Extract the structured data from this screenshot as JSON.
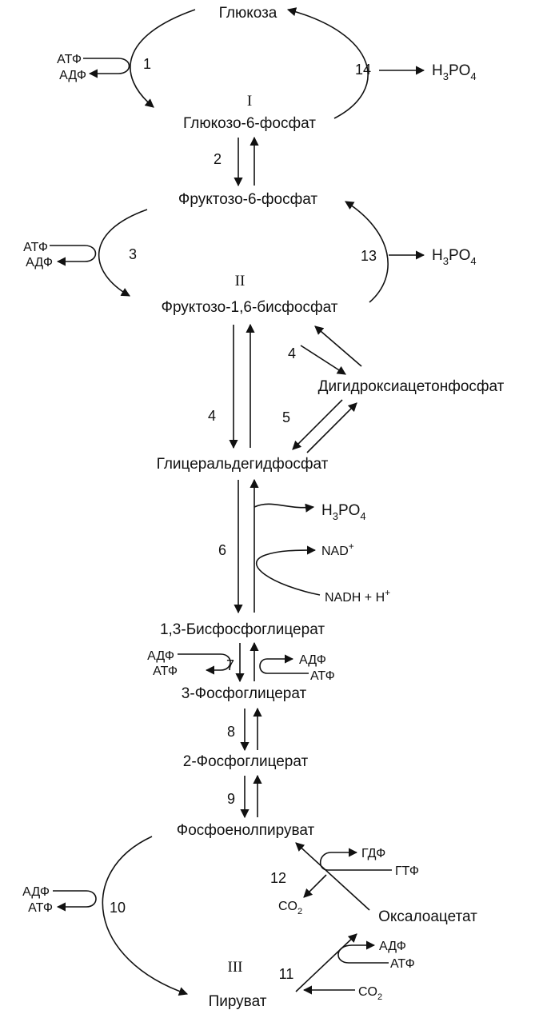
{
  "metabolites": {
    "glucose": "Глюкоза",
    "g6p": "Глюкозо-6-фосфат",
    "f6p": "Фруктозо-6-фосфат",
    "f16bp": "Фруктозо-1,6-бисфосфат",
    "dhap": "Дигидроксиацетонфосфат",
    "gap": "Глицеральдегидфосфат",
    "bpg13": "1,3-Бисфосфоглицерат",
    "pg3": "3-Фосфоглицерат",
    "pg2": "2-Фосфоглицерат",
    "pep": "Фосфоенолпируват",
    "oaa": "Оксалоацетат",
    "pyr": "Пируват"
  },
  "cofactors": {
    "atp": "АТФ",
    "adp": "АДФ",
    "nad": "NAD",
    "nad_sup": "+",
    "nadh": "NADH + H",
    "nadh_sup": "+",
    "h3po4_a": "H",
    "h3po4_b": "3",
    "h3po4_c": "PO",
    "h3po4_d": "4",
    "gdp": "ГДФ",
    "gtp": "ГТФ",
    "co2_a": "CO",
    "co2_b": "2"
  },
  "reaction_numbers": [
    "1",
    "2",
    "3",
    "4",
    "5",
    "6",
    "7",
    "8",
    "9",
    "10",
    "11",
    "12",
    "13",
    "14"
  ],
  "roman": [
    "I",
    "II",
    "III"
  ]
}
